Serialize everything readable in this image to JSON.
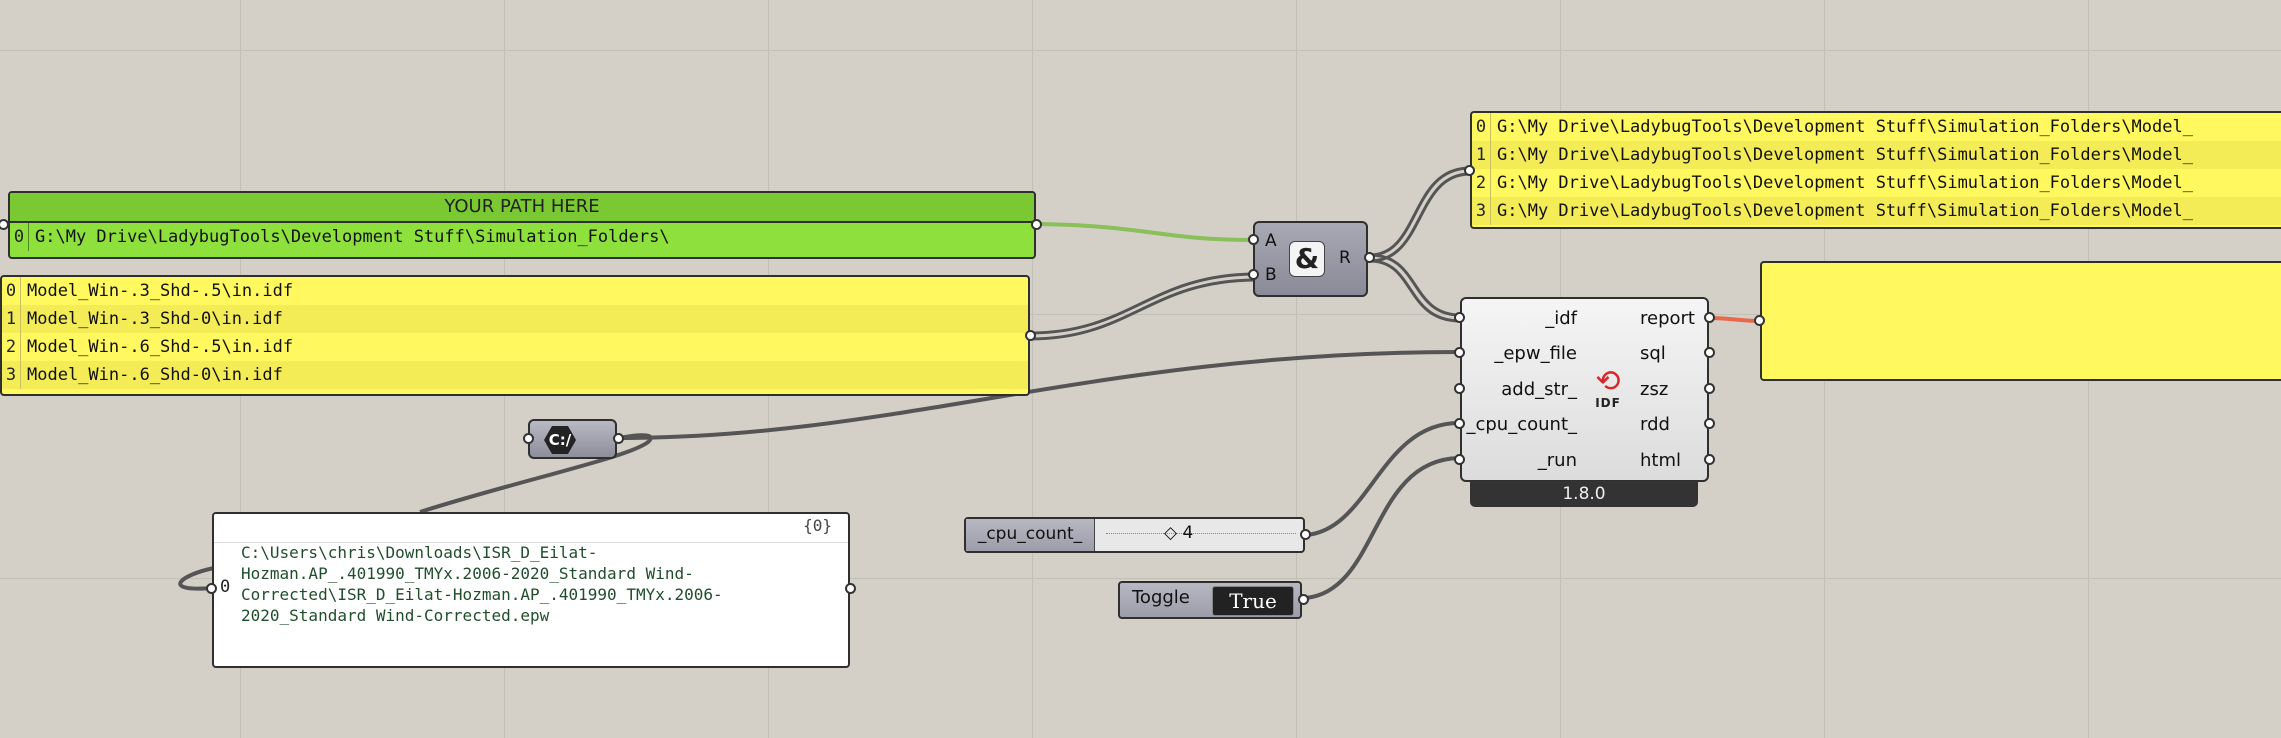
{
  "green_panel": {
    "title": "YOUR PATH HERE",
    "items": [
      {
        "index": "0",
        "value": "G:\\My Drive\\LadybugTools\\Development Stuff\\Simulation_Folders\\"
      }
    ]
  },
  "models_panel": {
    "items": [
      {
        "index": "0",
        "value": "Model_Win-.3_Shd-.5\\in.idf"
      },
      {
        "index": "1",
        "value": "Model_Win-.3_Shd-0\\in.idf"
      },
      {
        "index": "2",
        "value": "Model_Win-.6_Shd-.5\\in.idf"
      },
      {
        "index": "3",
        "value": "Model_Win-.6_Shd-0\\in.idf"
      }
    ]
  },
  "concat_component": {
    "icon": "&",
    "input_a": "A",
    "input_b": "B",
    "output": "R"
  },
  "output_panel": {
    "items": [
      {
        "index": "0",
        "value": "G:\\My Drive\\LadybugTools\\Development Stuff\\Simulation_Folders\\Model_"
      },
      {
        "index": "1",
        "value": "G:\\My Drive\\LadybugTools\\Development Stuff\\Simulation_Folders\\Model_"
      },
      {
        "index": "2",
        "value": "G:\\My Drive\\LadybugTools\\Development Stuff\\Simulation_Folders\\Model_"
      },
      {
        "index": "3",
        "value": "G:\\My Drive\\LadybugTools\\Development Stuff\\Simulation_Folders\\Model_"
      }
    ]
  },
  "run_component": {
    "inputs": [
      "_idf",
      "_epw_file",
      "add_str_",
      "_cpu_count_",
      "_run"
    ],
    "outputs": [
      "report",
      "sql",
      "zsz",
      "rdd",
      "html"
    ],
    "icon_label": "IDF",
    "version": "1.8.0"
  },
  "path_component": {
    "icon": "C:/"
  },
  "epw_panel": {
    "count": "{0}",
    "index": "0",
    "text": "C:\\Users\\chris\\Downloads\\ISR_D_Eilat-Hozman.AP_.401990_TMYx.2006-2020_Standard Wind-Corrected\\ISR_D_Eilat-Hozman.AP_.401990_TMYx.2006-2020_Standard Wind-Corrected.epw"
  },
  "slider": {
    "label": "_cpu_count_",
    "value": "4",
    "fraction": 0.25
  },
  "toggle": {
    "label": "Toggle",
    "value": "True"
  },
  "colors": {
    "canvas": "#d4d0c8",
    "panel_green": "#8ee03d",
    "panel_yellow": "#fff85e",
    "wire": "#555555",
    "wire_green": "#8bbf5a",
    "wire_error": "#e8684a"
  }
}
